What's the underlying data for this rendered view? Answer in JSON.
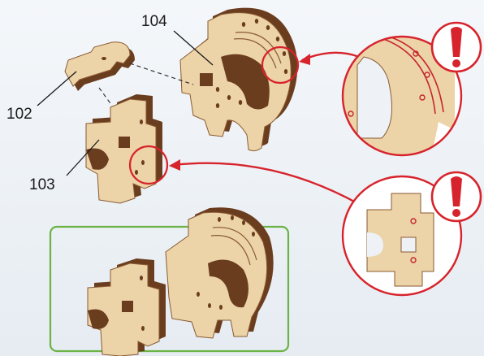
{
  "labels": {
    "part_102": "102",
    "part_103": "103",
    "part_104": "104"
  },
  "colors": {
    "wood": "#ecd3a8",
    "wood_shadow": "#d9b784",
    "wood_edge": "#6b3d1f",
    "warning_red": "#d7232b",
    "result_frame_green": "#6ab344",
    "background": "#eef2f6"
  },
  "icons": {
    "warning_icon_top": "exclamation-icon",
    "warning_icon_bottom": "exclamation-icon"
  }
}
